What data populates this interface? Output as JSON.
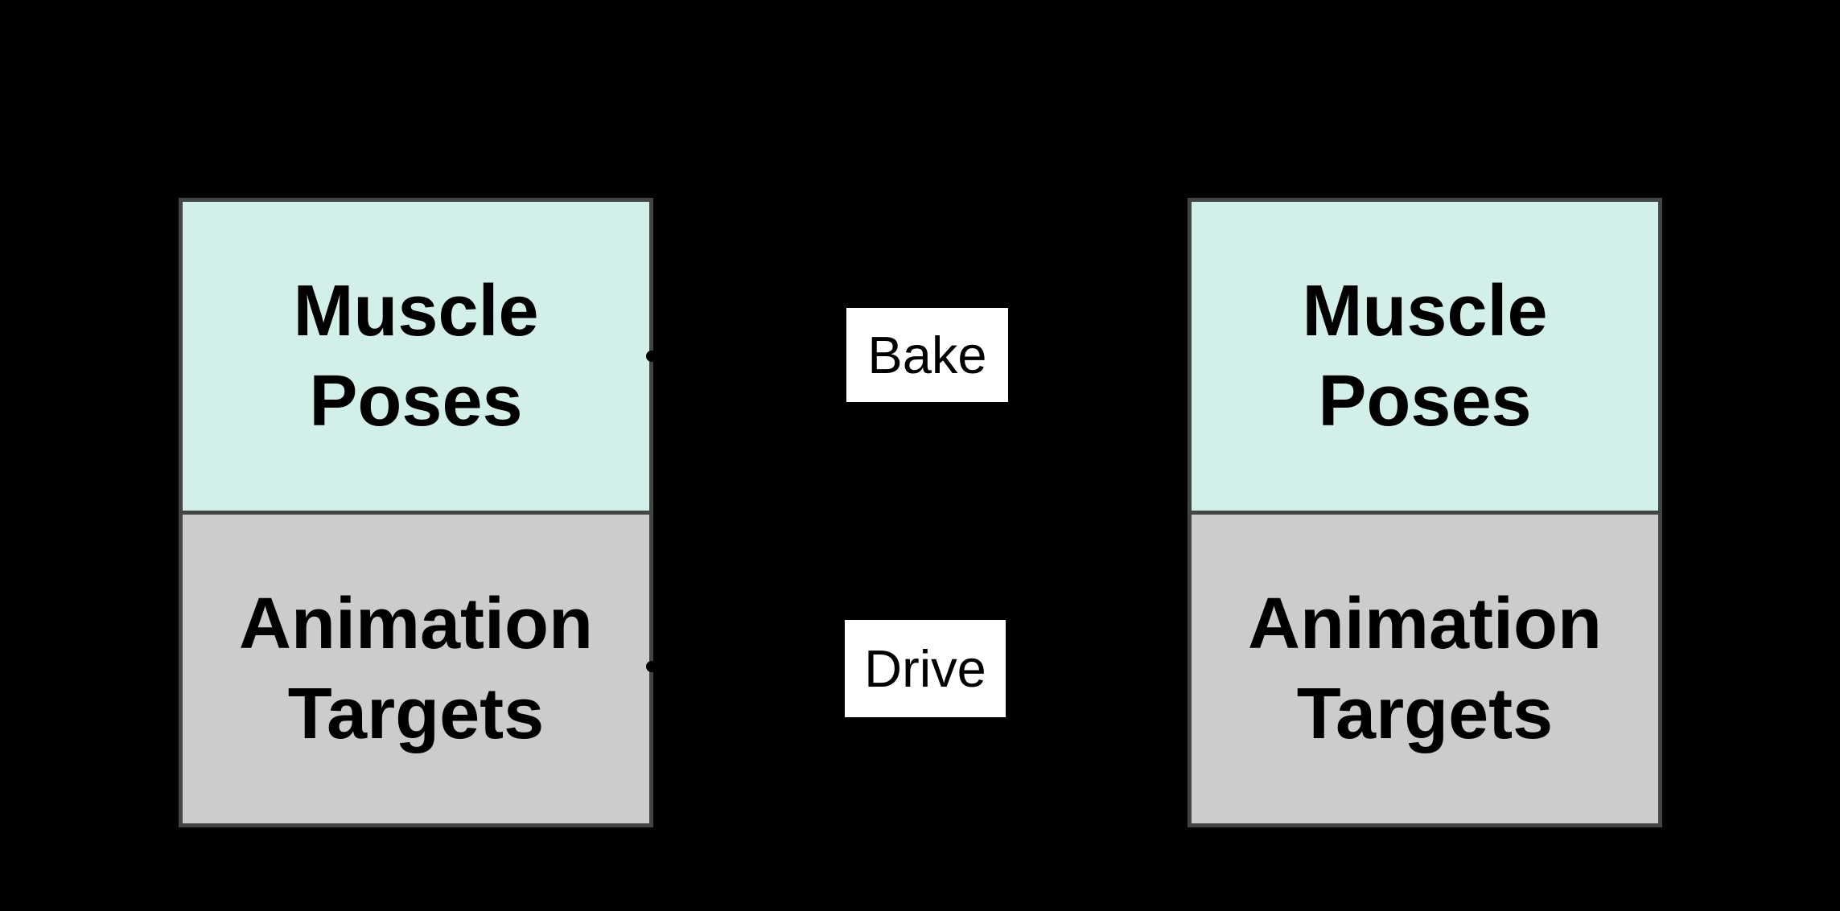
{
  "figure": {
    "background": "#000000",
    "boxes": [
      {
        "name": "source-box",
        "sections": [
          {
            "lines": [
              "Muscle",
              "Poses"
            ],
            "fill": "#d2f0e9"
          },
          {
            "lines": [
              "Animation",
              "Targets"
            ],
            "fill": "#cccccc"
          }
        ]
      },
      {
        "name": "target-box",
        "sections": [
          {
            "lines": [
              "Muscle",
              "Poses"
            ],
            "fill": "#d2f0e9"
          },
          {
            "lines": [
              "Animation",
              "Targets"
            ],
            "fill": "#cccccc"
          }
        ]
      }
    ],
    "connectors": [
      {
        "label": "Bake",
        "label_bg": "#ffffff",
        "endpoint_dot": "black-dot"
      },
      {
        "label": "Drive",
        "label_bg": "#ffffff",
        "endpoint_dot": "black-dot"
      }
    ],
    "colors": {
      "background": "#000000",
      "box_border": "#414644",
      "muscle_poses_fill": "#d2f0e9",
      "animation_targets_fill": "#cccccc",
      "label_chip_bg": "#ffffff",
      "text": "#000000"
    }
  }
}
